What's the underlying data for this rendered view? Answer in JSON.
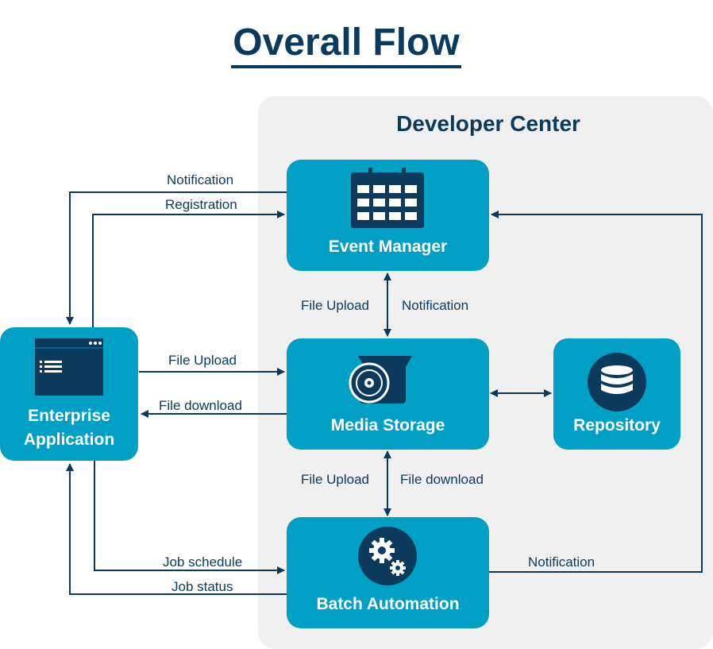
{
  "title": "Overall Flow",
  "container": {
    "title": "Developer Center"
  },
  "nodes": {
    "event_manager": {
      "label": "Event Manager",
      "icon": "calendar-icon"
    },
    "media_storage": {
      "label": "Media Storage",
      "icon": "disc-box-icon"
    },
    "repository": {
      "label": "Repository",
      "icon": "database-icon"
    },
    "batch_automation": {
      "label": "Batch Automation",
      "icon": "gears-icon"
    },
    "enterprise_application": {
      "label_line1": "Enterprise",
      "label_line2": "Application",
      "icon": "app-window-icon"
    }
  },
  "edges": {
    "notification_to_enterprise": "Notification",
    "registration": "Registration",
    "em_ms_upload": "File Upload",
    "em_ms_notification": "Notification",
    "ea_file_upload": "File Upload",
    "ea_file_download": "File download",
    "ms_ba_upload": "File Upload",
    "ms_ba_download": "File download",
    "job_schedule": "Job schedule",
    "job_status": "Job status",
    "ba_notification": "Notification"
  },
  "colors": {
    "node_fill": "#00a0c4",
    "dark_navy": "#0b3a5c",
    "container_fill": "#f0f0f0"
  }
}
